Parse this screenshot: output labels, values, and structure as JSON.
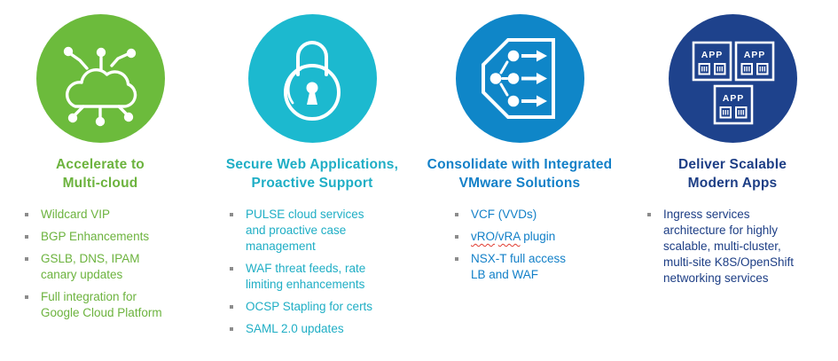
{
  "slide": {
    "background": "#FFFFFF",
    "bullet_marker_color": "#8C8C8C",
    "spellcheck_underline_color": "#E03C31"
  },
  "columns": [
    {
      "id": "accelerate-multicloud",
      "icon": "cloud-network-icon",
      "circle_color": "#6CBB3C",
      "accent_color": "#6CB33E",
      "heading_lines": [
        "Accelerate to",
        "Multi-cloud"
      ],
      "bullets": [
        {
          "text": "Wildcard VIP"
        },
        {
          "text": "BGP Enhancements"
        },
        {
          "text": "GSLB, DNS, IPAM canary updates"
        },
        {
          "text": "Full integration for Google Cloud Platform"
        }
      ]
    },
    {
      "id": "secure-web-applications",
      "icon": "padlock-icon",
      "circle_color": "#1CB9CF",
      "accent_color": "#1FAEC5",
      "heading_lines": [
        "Secure Web Applications,",
        "Proactive Support"
      ],
      "bullets": [
        {
          "text": "PULSE cloud services and proactive case management"
        },
        {
          "text": "WAF threat feeds, rate limiting enhancements"
        },
        {
          "text": "OCSP Stapling for certs"
        },
        {
          "text": "SAML 2.0 updates"
        }
      ]
    },
    {
      "id": "consolidate-vmware",
      "icon": "load-balancer-icon",
      "circle_color": "#0F86C8",
      "accent_color": "#1380C8",
      "heading_lines": [
        "Consolidate with Integrated",
        "VMware Solutions"
      ],
      "bullets": [
        {
          "text": "VCF (VVDs)"
        },
        {
          "segments": [
            {
              "text": "vRO",
              "misspelled": true
            },
            {
              "text": "/"
            },
            {
              "text": "vRA",
              "misspelled": true
            },
            {
              "text": " plugin"
            }
          ]
        },
        {
          "text": "NSX-T full access LB and WAF"
        }
      ]
    },
    {
      "id": "deliver-modern-apps",
      "icon": "app-containers-icon",
      "circle_color": "#1E428C",
      "accent_color": "#1D3E85",
      "icon_label": "APP",
      "heading_lines": [
        "Deliver Scalable",
        "Modern Apps"
      ],
      "bullets": [
        {
          "text": "Ingress services architecture for highly scalable, multi-cluster, multi-site K8S/OpenShift networking services"
        }
      ]
    }
  ]
}
